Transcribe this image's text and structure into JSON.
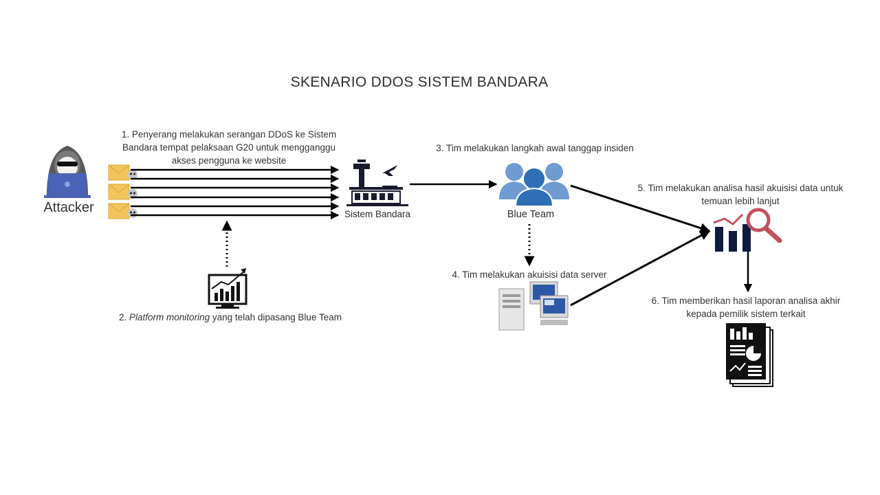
{
  "title": "SKENARIO DDOS SISTEM BANDARA",
  "nodes": {
    "attacker": "Attacker",
    "airport": "Sistem Bandara",
    "blue_team": "Blue Team"
  },
  "steps": {
    "step1": "1. Penyerang melakukan serangan DDoS ke Sistem Bandara tempat pelaksaan G20 untuk mengganggu akses pengguna ke website",
    "step2_prefix": "2. ",
    "step2_italic": "Platform monitoring",
    "step2_suffix": " yang telah dipasang Blue Team",
    "step3": "3. Tim melakukan langkah awal tanggap insiden",
    "step4": "4. Tim melakukan akuisisi data server",
    "step5": "5. Tim melakukan analisa hasil akuisisi data untuk temuan lebih lanjut",
    "step6": "6. Tim memberikan hasil laporan analisa akhir kepada pemilik sistem terkait"
  },
  "colors": {
    "arrow": "#000000",
    "blue_team": "#6f9bd1",
    "blue_team_front": "#2f6fb5",
    "envelope": "#f2c45c",
    "hacker": "#5a5a5a",
    "laptop": "#4a63b6",
    "chart_navy": "#0f1a3c",
    "magnifier": "#c0515e"
  },
  "icons": [
    "hacker-icon",
    "spam-envelope-icon",
    "airport-icon",
    "airplane-icon",
    "blue-team-icon",
    "monitoring-icon",
    "server-computer-icon",
    "analysis-magnifier-icon",
    "report-icon"
  ]
}
